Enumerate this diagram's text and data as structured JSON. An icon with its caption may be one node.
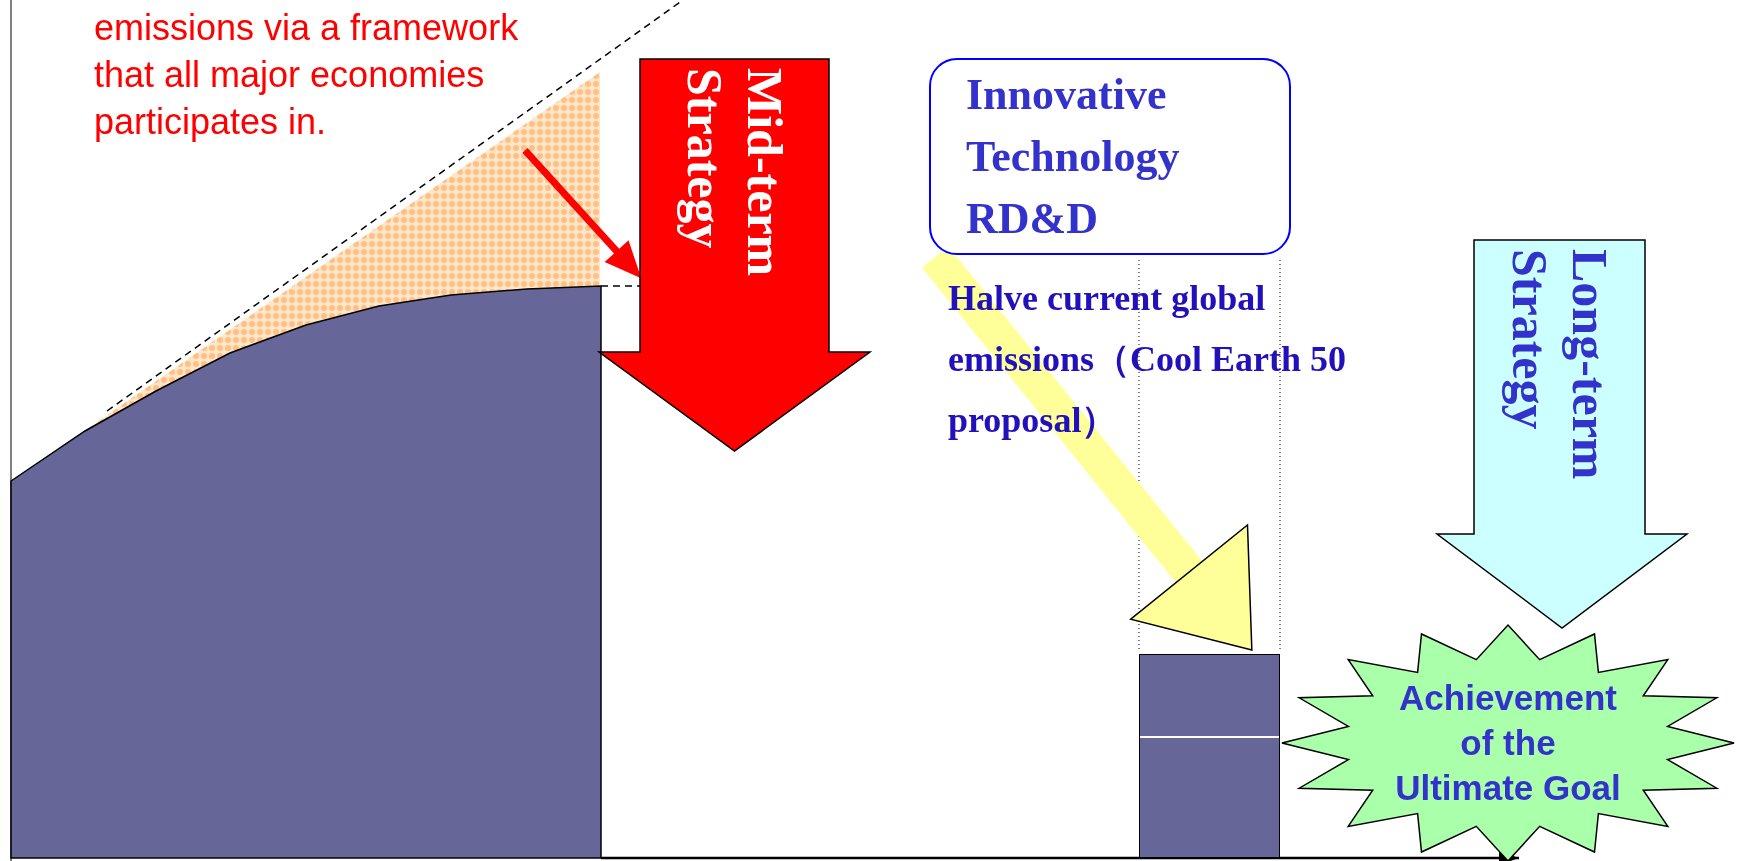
{
  "diagram": {
    "nodes": [
      {
        "text": [
          "emissions via a framework that all major economies participates in."
        ]
      },
      {
        "text": [
          "Mid-term Strategy"
        ]
      },
      {
        "text": [
          "Innovative Technology RD&D"
        ]
      },
      {
        "text": [],
        "shape": "bar"
      },
      {
        "text": [
          "Long-term Strategy"
        ]
      },
      {
        "text": [
          "Achievement of the Ultimate Goal"
        ]
      }
    ],
    "edges": [
      {
        "from": 0,
        "to": 1,
        "arrow": "to",
        "color": "#ff0000"
      },
      {
        "from": 2,
        "to": 3,
        "arrow": "to",
        "style": "thick",
        "color": "#ffff99"
      }
    ],
    "labels": [
      "Halve current global emissions（Cool Earth 50 proposal）"
    ]
  }
}
